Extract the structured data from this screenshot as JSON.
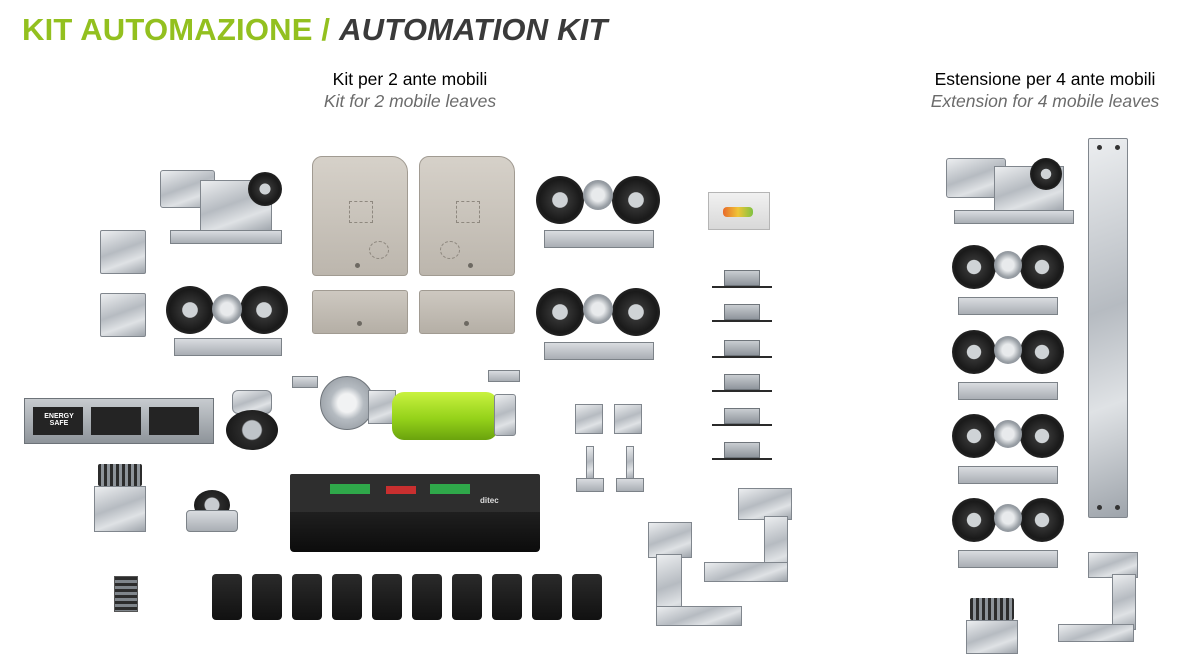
{
  "title": {
    "part1": "KIT AUTOMAZIONE /",
    "part2": "AUTOMATION KIT",
    "color_primary": "#93c01f",
    "color_secondary": "#3a3a3a"
  },
  "kit2": {
    "title": "Kit per 2 ante mobili",
    "subtitle": "Kit for 2 mobile leaves"
  },
  "kit4": {
    "title": "Estensione per 4 ante mobili",
    "subtitle": "Extension for 4 mobile leaves"
  },
  "labels": {
    "battery_brand": "ENERGY SAFE",
    "control_brand": "ditec"
  }
}
